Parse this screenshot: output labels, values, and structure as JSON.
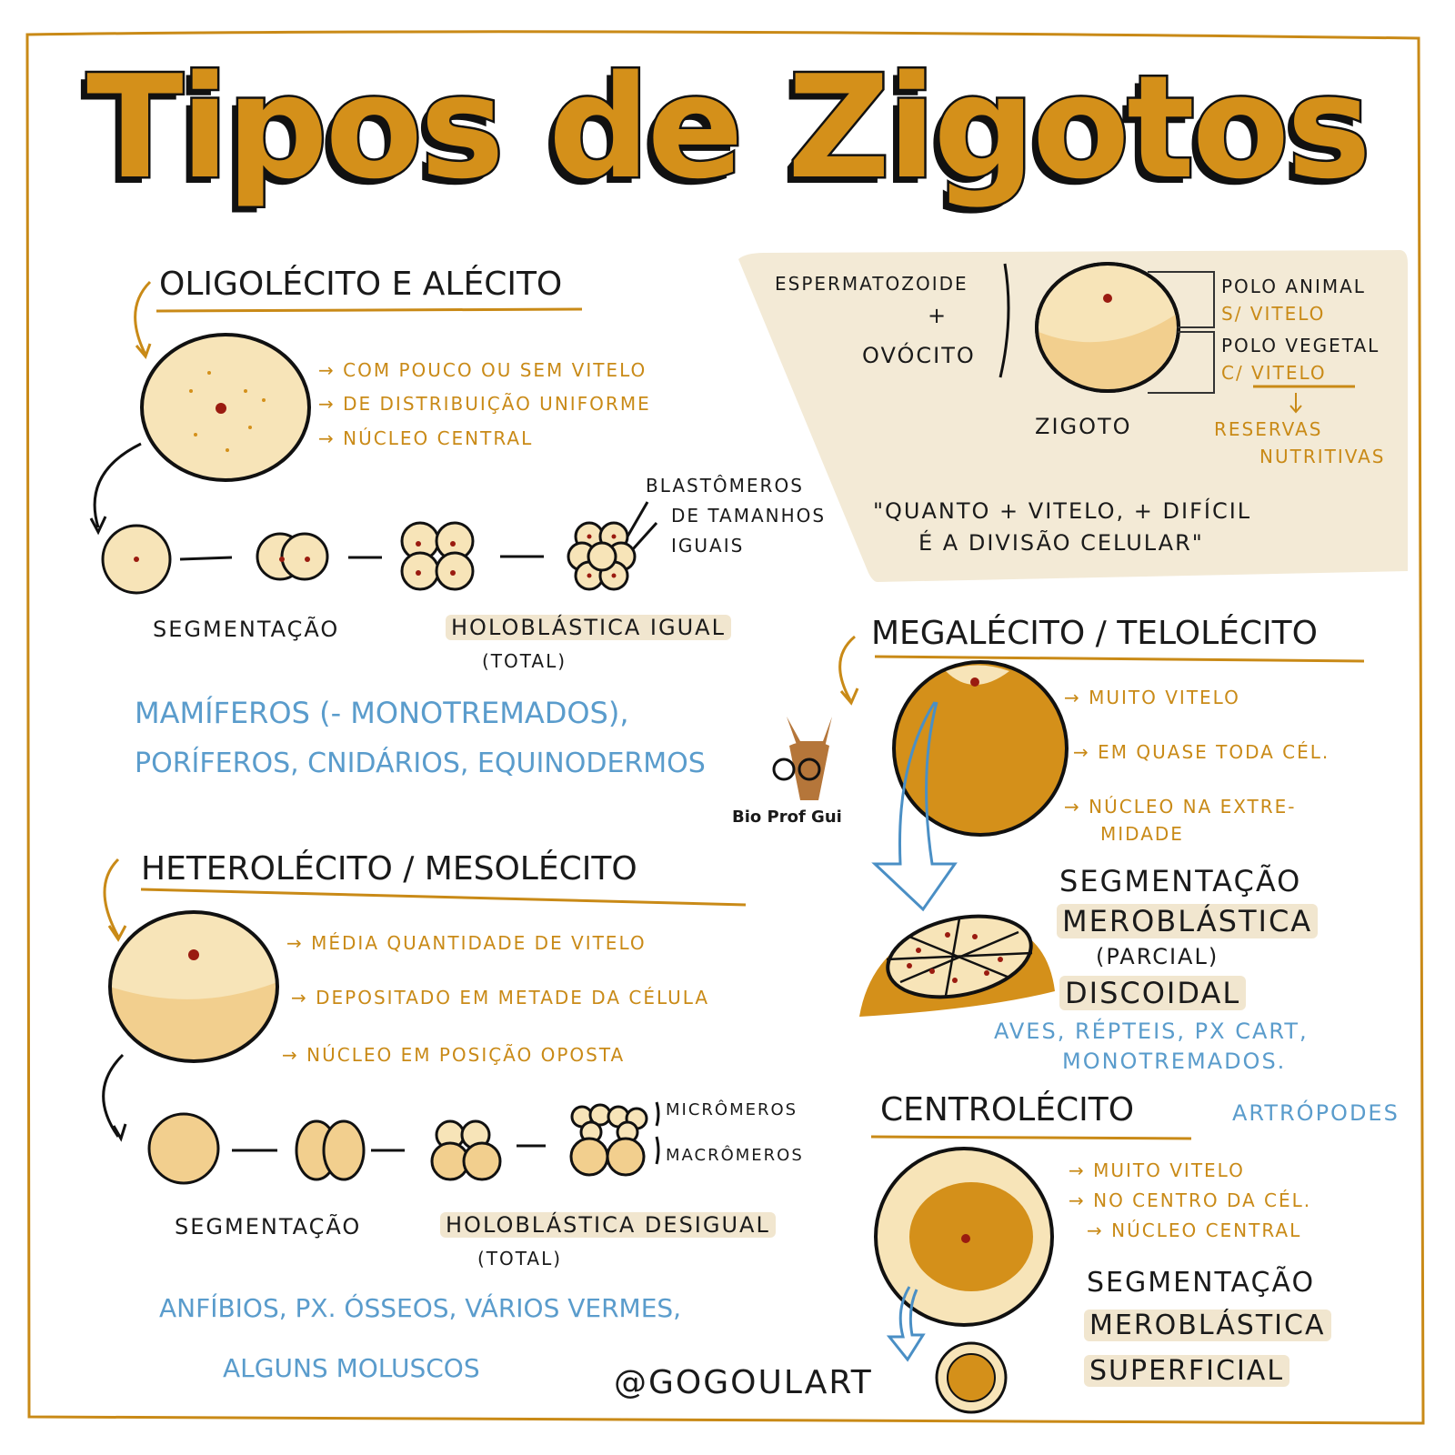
{
  "title": "Tipos de Zigotos",
  "colors": {
    "gold": "#d4901a",
    "cream": "#f5e3b5",
    "panel": "#f3ead6",
    "blue": "#5a9ccc",
    "nucleus": "#9a1b10"
  },
  "intro": {
    "sperm": "ESPERMATOZOIDE",
    "plus": "+",
    "oocyte": "OVÓCITO",
    "zygote": "ZIGOTO",
    "animal_pole": "POLO ANIMAL",
    "animal_pole_note": "S/ VITELO",
    "vegetal_pole": "POLO VEGETAL",
    "vegetal_pole_note": "C/ VITELO",
    "reserves_1": "RESERVAS",
    "reserves_2": "NUTRITIVAS",
    "quote_1": "\"QUANTO + VITELO, + DIFÍCIL",
    "quote_2": "É A DIVISÃO CELULAR\""
  },
  "oligolecito": {
    "heading": "OLIGOLÉCITO E ALÉCITO",
    "facts": [
      "COM POUCO OU SEM VITELO",
      "DE DISTRIBUIÇÃO UNIFORME",
      "NÚCLEO CENTRAL"
    ],
    "blastomeres_1": "BLASTÔMEROS",
    "blastomeres_2": "DE TAMANHOS",
    "blastomeres_3": "IGUAIS",
    "segmentation": "SEGMENTAÇÃO",
    "type": "HOLOBLÁSTICA IGUAL",
    "type_note": "(TOTAL)",
    "examples_1": "MAMÍFEROS (- MONOTREMADOS),",
    "examples_2": "PORÍFEROS, CNIDÁRIOS, EQUINODERMOS"
  },
  "heterolecito": {
    "heading": "HETEROLÉCITO / MESOLÉCITO",
    "facts": [
      "MÉDIA QUANTIDADE DE VITELO",
      "DEPOSITADO EM METADE DA CÉLULA",
      "NÚCLEO EM POSIÇÃO OPOSTA"
    ],
    "micromeres": "MICRÔMEROS",
    "macromeres": "MACRÔMEROS",
    "segmentation": "SEGMENTAÇÃO",
    "type": "HOLOBLÁSTICA DESIGUAL",
    "type_note": "(TOTAL)",
    "examples_1": "ANFÍBIOS, PX. ÓSSEOS, VÁRIOS VERMES,",
    "examples_2": "ALGUNS MOLUSCOS"
  },
  "megalecito": {
    "heading": "MEGALÉCITO / TELOLÉCITO",
    "facts": [
      "MUITO VITELO",
      "EM QUASE TODA CÉL.",
      "NÚCLEO NA EXTRE-",
      "MIDADE"
    ],
    "segmentation": "SEGMENTAÇÃO",
    "type": "MEROBLÁSTICA",
    "type_note": "(PARCIAL)",
    "subtype": "DISCOIDAL",
    "examples_1": "AVES, RÉPTEIS, PX CART,",
    "examples_2": "MONOTREMADOS."
  },
  "centrolecito": {
    "heading": "CENTROLÉCITO",
    "group": "ARTRÓPODES",
    "facts": [
      "MUITO VITELO",
      "NO CENTRO DA CÉL.",
      "NÚCLEO CENTRAL"
    ],
    "segmentation": "SEGMENTAÇÃO",
    "type": "MEROBLÁSTICA",
    "subtype": "SUPERFICIAL"
  },
  "logo": {
    "text": "Bio Prof Gui"
  },
  "credit": "@GOGOULART"
}
